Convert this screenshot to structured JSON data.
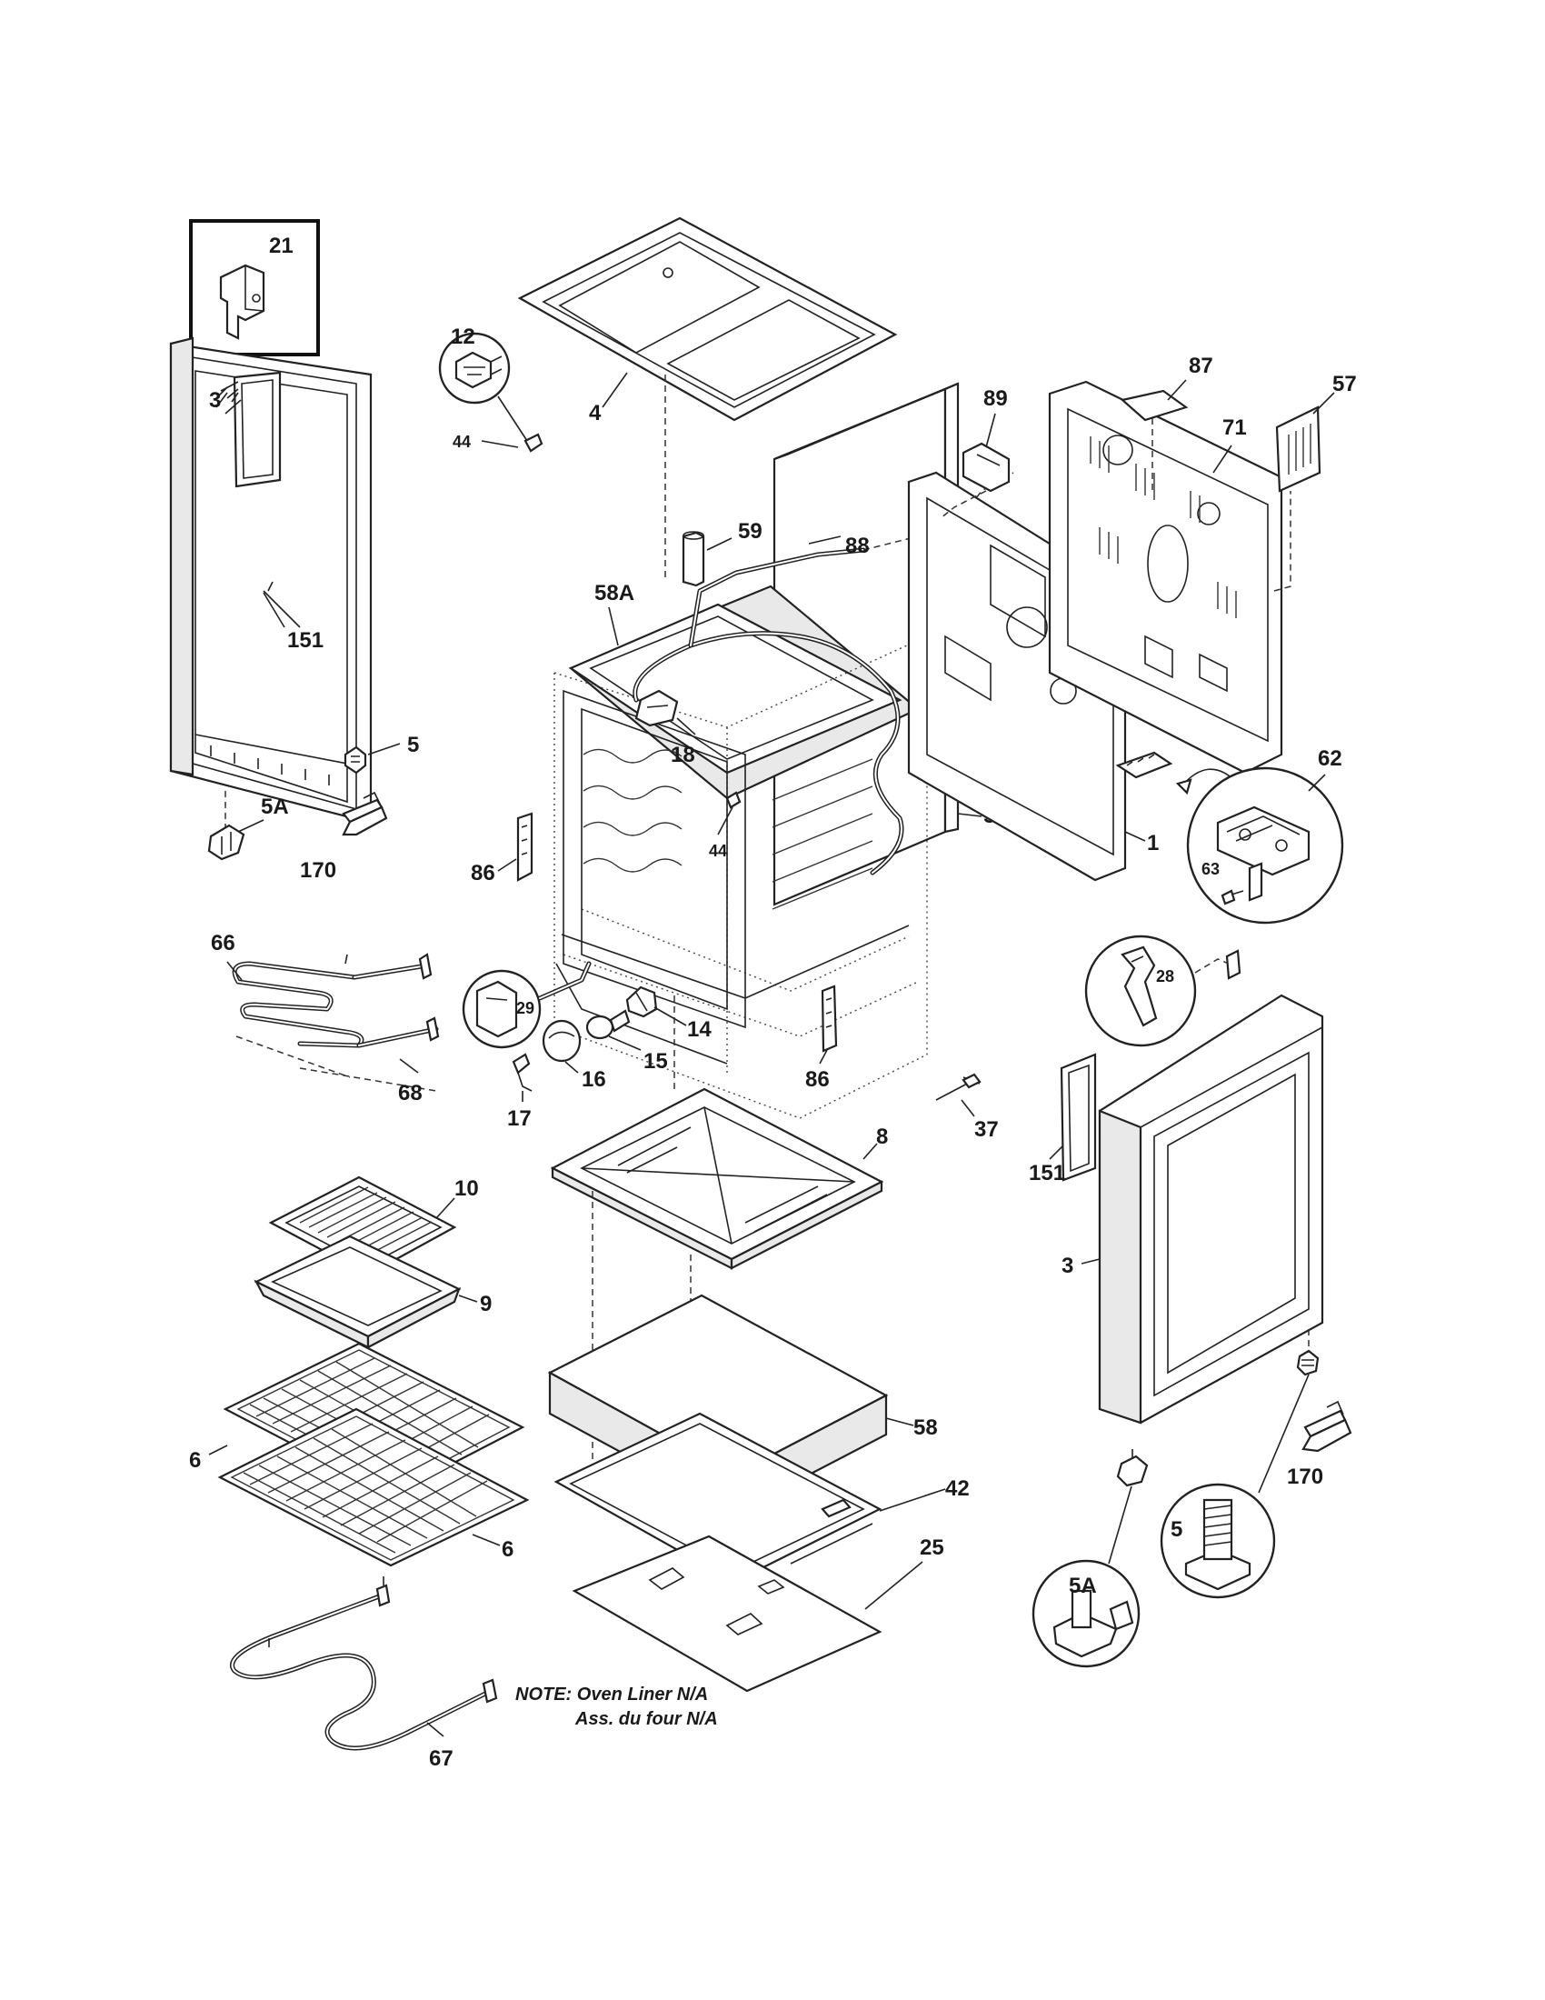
{
  "diagram": {
    "labels": {
      "p21": "21",
      "p4": "4",
      "p3a": "3",
      "p151a": "151",
      "p5a": "5",
      "p5Aa": "5A",
      "p170a": "170",
      "p12": "12",
      "p44a": "44",
      "p58A": "58A",
      "p59": "59",
      "p88": "88",
      "p18": "18",
      "p44b": "44",
      "p86a": "86",
      "p58B": "58B",
      "p89": "89",
      "p87": "87",
      "p71": "71",
      "p57": "57",
      "p1": "1",
      "p62": "62",
      "p63": "63",
      "p66": "66",
      "p68": "68",
      "p29": "29",
      "p14": "14",
      "p15": "15",
      "p16": "16",
      "p17": "17",
      "p86b": "86",
      "p28": "28",
      "p37": "37",
      "p151b": "151",
      "p3b": "3",
      "p8": "8",
      "p10": "10",
      "p9": "9",
      "p58": "58",
      "p42": "42",
      "p6a": "6",
      "p6b": "6",
      "p25": "25",
      "p5b": "5",
      "p5Ab": "5A",
      "p170b": "170",
      "p67": "67"
    },
    "note": {
      "line1": "NOTE: Oven Liner N/A",
      "line2": "Ass. du four N/A"
    }
  }
}
